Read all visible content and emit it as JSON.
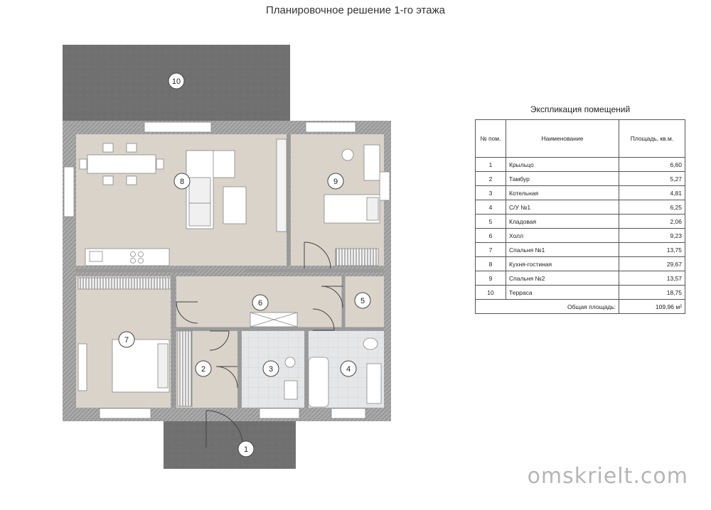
{
  "title": "Планировочное решение 1-го этажа",
  "rooms": [
    {
      "num": "1",
      "name": "Крыльцо",
      "area": "6,60"
    },
    {
      "num": "2",
      "name": "Тамбур",
      "area": "5,27"
    },
    {
      "num": "3",
      "name": "Котельная",
      "area": "4,81"
    },
    {
      "num": "4",
      "name": "С/У №1",
      "area": "6,25"
    },
    {
      "num": "5",
      "name": "Кладовая",
      "area": "2,06"
    },
    {
      "num": "6",
      "name": "Холл",
      "area": "9,23"
    },
    {
      "num": "7",
      "name": "Спальня №1",
      "area": "13,75"
    },
    {
      "num": "8",
      "name": "Кухня-гостиная",
      "area": "29,67"
    },
    {
      "num": "9",
      "name": "Спальня №2",
      "area": "13,57"
    },
    {
      "num": "10",
      "name": "Терраса",
      "area": "18,75"
    }
  ],
  "table": {
    "title": "Экспликация помещений",
    "col_num": "№ пом.",
    "col_name": "Наименование",
    "col_area": "Площадь, кв.м.",
    "total_label": "Общая площадь:",
    "total_value": "109,96 м²"
  },
  "watermark": "omskrielt.com",
  "colors": {
    "floor_wood": "#d9d3ca",
    "floor_tile": "#e6e8ea",
    "terrace": "#6f6f6f",
    "wall": "#9a9a9a"
  }
}
